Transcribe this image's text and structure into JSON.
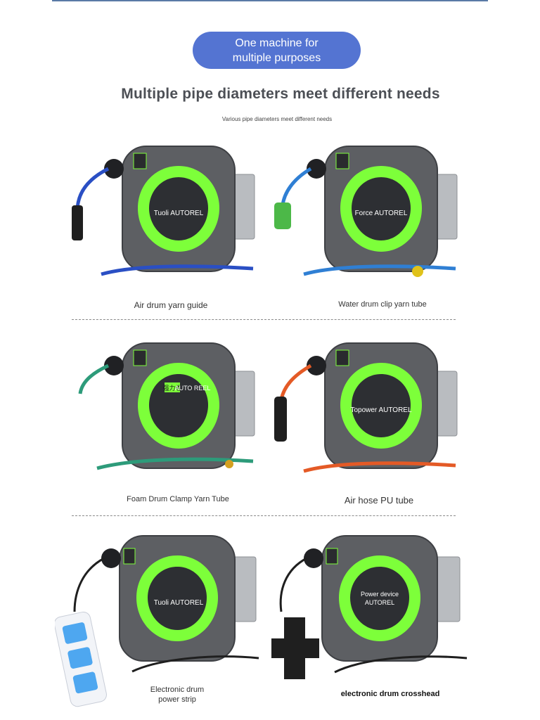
{
  "header": {
    "pill_text": "One machine for multiple purposes",
    "title": "Multiple pipe diameters meet different needs",
    "subtitle": "Various pipe diameters meet different needs"
  },
  "products": [
    {
      "caption": "Air drum yarn guide",
      "brand": "Tuoli AUTOREL",
      "hose_color": "#2a4fc4",
      "end": "air-gun"
    },
    {
      "caption": "Water drum clip yarn tube",
      "brand": "Force AUTOREL",
      "hose_color": "#2f7fd4",
      "end": "water-connector"
    },
    {
      "caption": "Foam Drum Clamp Yarn Tube",
      "brand": "AUTO REEL",
      "brand_chip": "强力卷",
      "hose_color": "#2d9b7a",
      "end": "foam-nozzle"
    },
    {
      "caption": "Air hose PU tube",
      "brand": "Topower AUTOREL",
      "hose_color": "#e45a26",
      "end": "air-gun"
    },
    {
      "caption": "Electronic drum power strip",
      "caption_lines": [
        "Electronic drum",
        "power strip"
      ],
      "brand": "Tuoli AUTOREL",
      "hose_color": "#1f1f1f",
      "end": "power-strip"
    },
    {
      "caption": "electronic drum crosshead",
      "brand_lines": [
        "Power device",
        "AUTOREL"
      ],
      "hose_color": "#1f1f1f",
      "end": "cross-plug"
    }
  ],
  "colors": {
    "pill": "#5474d2",
    "reel_body": "#5d5f63",
    "reel_green": "#7dff3a",
    "divider": "#8a8a8a"
  }
}
